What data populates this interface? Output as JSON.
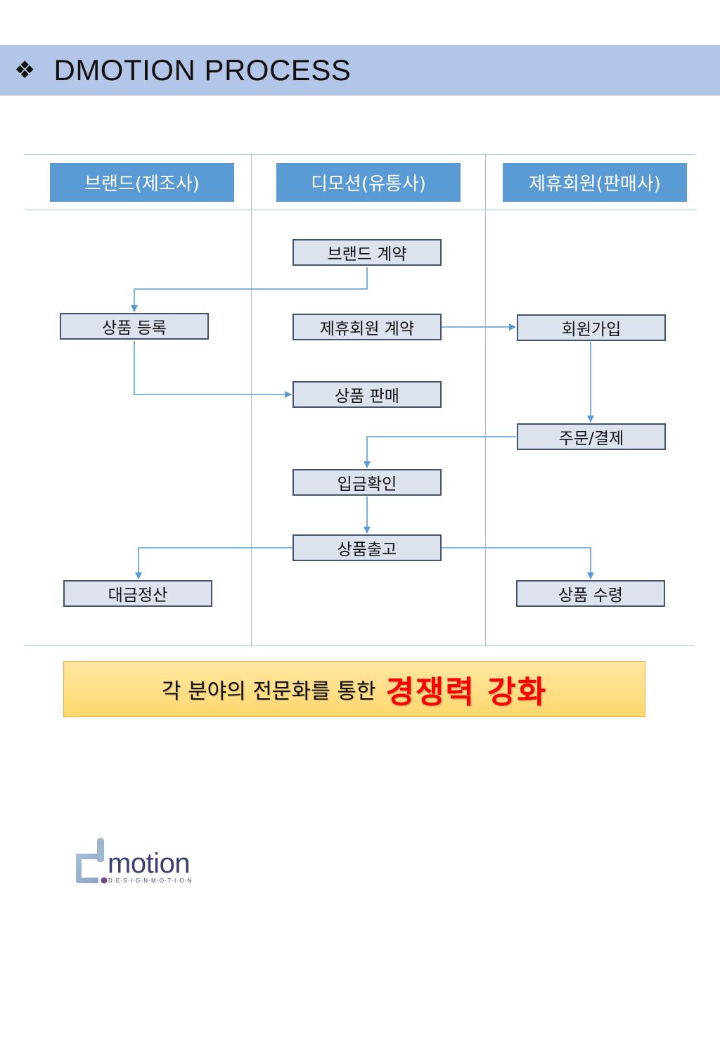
{
  "title": {
    "icon": "diamond-ornament-icon",
    "text": "DMOTION PROCESS"
  },
  "columns": [
    "브랜드(제조사)",
    "디모션(유통사)",
    "제휴회원(판매사)"
  ],
  "nodes": {
    "brand_contract": "브랜드 계약",
    "product_register": "상품 등록",
    "partner_contract": "제휴회원 계약",
    "member_join": "회원가입",
    "product_sale": "상품 판매",
    "order_payment": "주문/결제",
    "payment_confirm": "입금확인",
    "product_shipping": "상품출고",
    "settlement": "대금정산",
    "product_receipt": "상품 수령"
  },
  "banner": {
    "normal": "각 분야의 전문화를 통한",
    "highlight": "경쟁력 강화"
  },
  "logo": {
    "word": "motion",
    "tagline": "D·E·S·I·G·N·M·O·T·I·O·N"
  },
  "colors": {
    "title_bar": "#b4c6e7",
    "header": "#5b9bd5",
    "node_fill": "#dde3ee",
    "arrow": "#5b9bd5",
    "highlight": "#ff0000"
  }
}
